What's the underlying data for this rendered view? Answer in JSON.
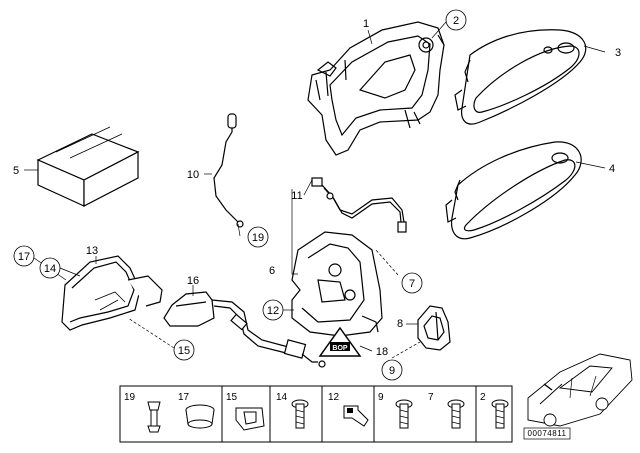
{
  "callouts": [
    {
      "id": "p1",
      "text": "1"
    },
    {
      "id": "p2",
      "text": "2",
      "circled": true
    },
    {
      "id": "p3",
      "text": "3"
    },
    {
      "id": "p4",
      "text": "4"
    },
    {
      "id": "p5",
      "text": "5"
    },
    {
      "id": "p6",
      "text": "6"
    },
    {
      "id": "p7",
      "text": "7",
      "circled": true
    },
    {
      "id": "p8",
      "text": "8"
    },
    {
      "id": "p9",
      "text": "9",
      "circled": true
    },
    {
      "id": "p10",
      "text": "10"
    },
    {
      "id": "p11",
      "text": "11"
    },
    {
      "id": "p12",
      "text": "12",
      "circled": true
    },
    {
      "id": "p13",
      "text": "13"
    },
    {
      "id": "p14",
      "text": "14",
      "circled": true
    },
    {
      "id": "p15",
      "text": "15",
      "circled": true
    },
    {
      "id": "p16",
      "text": "16"
    },
    {
      "id": "p17",
      "text": "17",
      "circled": true
    },
    {
      "id": "p18",
      "text": "18"
    },
    {
      "id": "p19",
      "text": "19",
      "circled": true
    }
  ],
  "strip": [
    "19",
    "17",
    "15",
    "14",
    "12",
    "9",
    "7",
    "2"
  ],
  "warning_label": "BOP",
  "diagram_code": "00074811"
}
